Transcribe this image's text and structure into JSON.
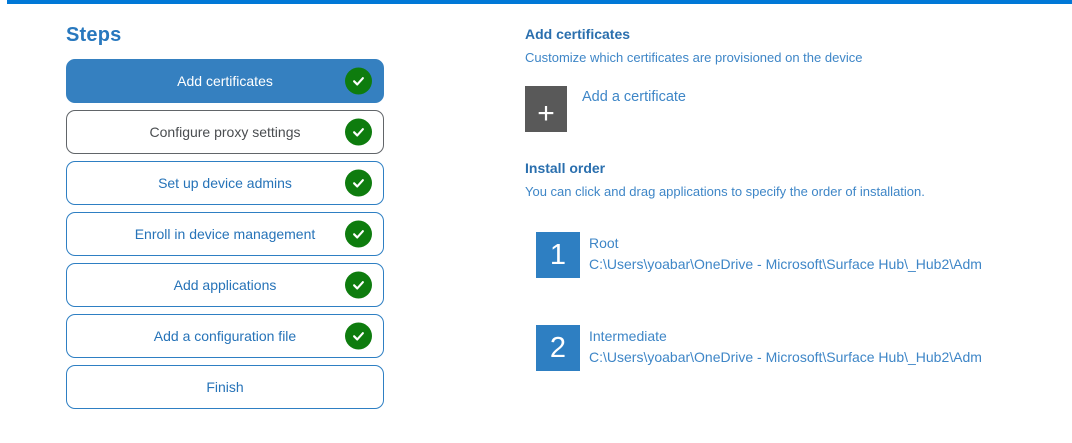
{
  "top_bar": {
    "accent_color": "#0078d7"
  },
  "steps_panel": {
    "title": "Steps",
    "items": [
      {
        "label": "Add certificates",
        "checked": true,
        "state": "selected"
      },
      {
        "label": "Configure proxy settings",
        "checked": true,
        "state": "muted"
      },
      {
        "label": "Set up device admins",
        "checked": true,
        "state": "normal"
      },
      {
        "label": "Enroll in device management",
        "checked": true,
        "state": "normal"
      },
      {
        "label": "Add applications",
        "checked": true,
        "state": "normal"
      },
      {
        "label": "Add a configuration file",
        "checked": true,
        "state": "normal"
      },
      {
        "label": "Finish",
        "checked": false,
        "state": "normal"
      }
    ]
  },
  "main": {
    "certificates": {
      "heading": "Add certificates",
      "description": "Customize which certificates are provisioned on the device",
      "plus_glyph": "+",
      "add_button_label": "Add a certificate"
    },
    "install_order": {
      "heading": "Install order",
      "description": "You can click and drag applications to specify the order of installation.",
      "items": [
        {
          "index": "1",
          "name": "Root",
          "path": "C:\\Users\\yoabar\\OneDrive - Microsoft\\Surface Hub\\_Hub2\\Adm"
        },
        {
          "index": "2",
          "name": "Intermediate",
          "path": "C:\\Users\\yoabar\\OneDrive - Microsoft\\Surface Hub\\_Hub2\\Adm"
        }
      ]
    }
  },
  "colors": {
    "accent": "#0078d7",
    "selected_step_bg": "#3580c0",
    "step_border_blue": "#2e7fc3",
    "step_text_blue": "#2673b8",
    "muted_step_border": "#616569",
    "muted_step_text": "#4a4d50",
    "check_green": "#0e7c0e",
    "plus_square_gray": "#595959",
    "number_square_blue": "#2e7fc2",
    "heading_blue": "#2a6fae",
    "body_blue": "#3e86c7"
  }
}
